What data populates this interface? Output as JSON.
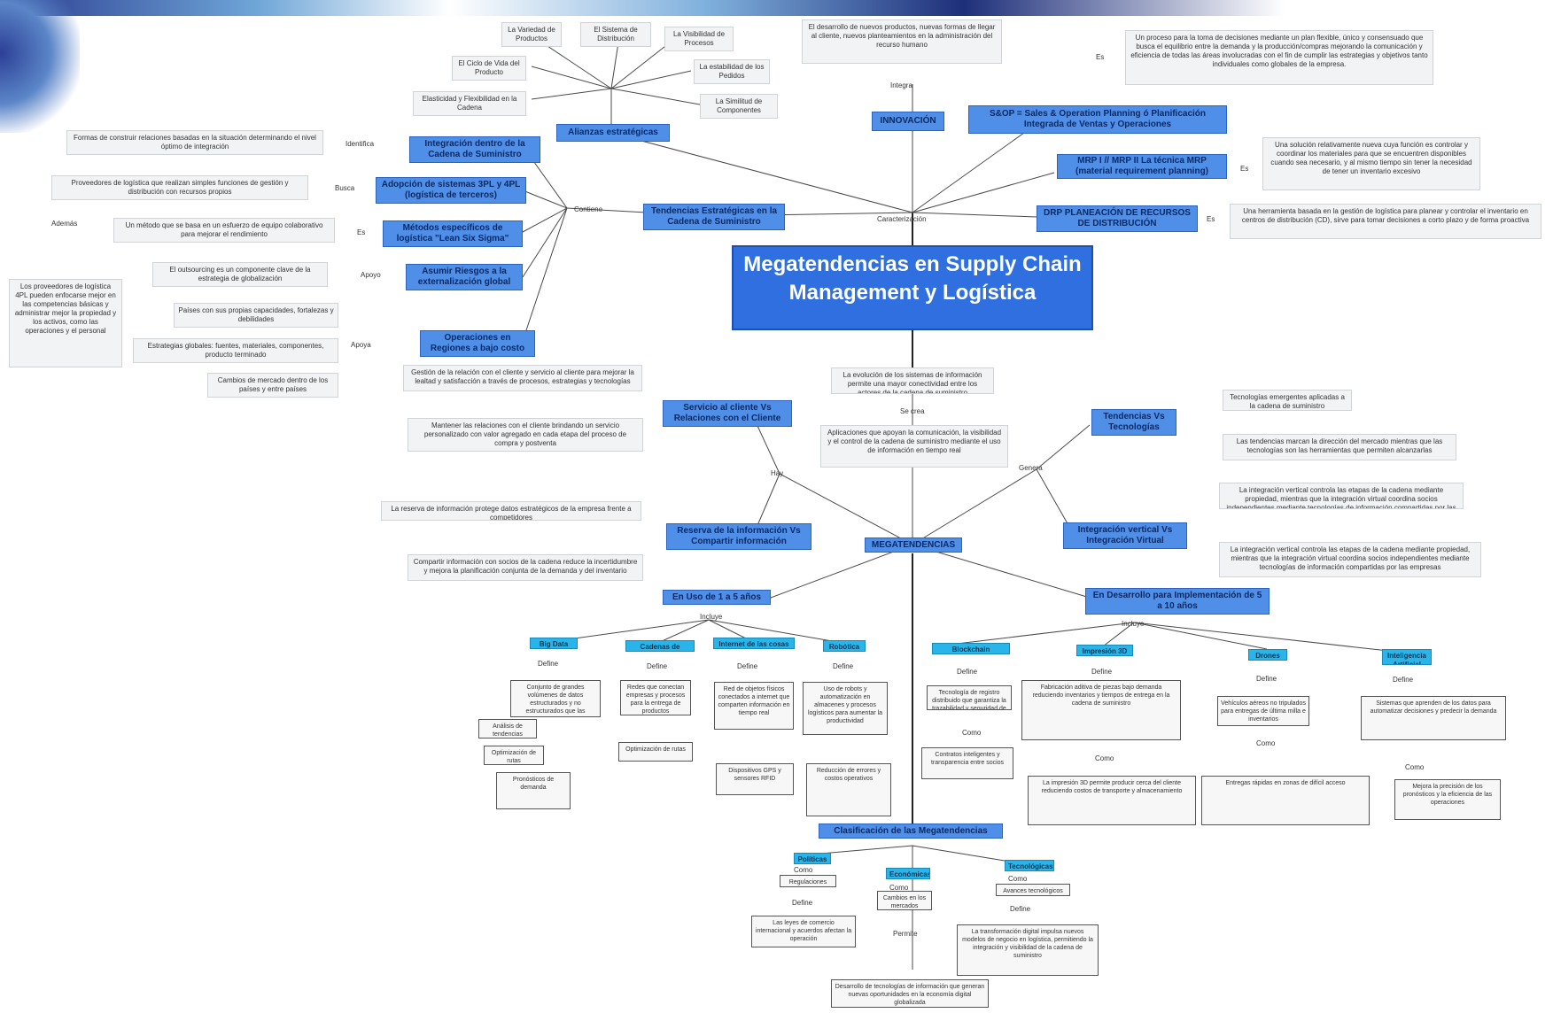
{
  "center": {
    "title": "Megatendencias en Supply Chain Management y Logística"
  },
  "top": {
    "innovacion": "INNOVACIÓN",
    "innovacion_text": "El desarrollo de nuevos productos, nuevas formas de llegar al cliente, nuevos planteamientos en la administración del recurso humano",
    "integra": "Integra",
    "caracterizacion": "Caracterización",
    "sop": "S&OP = Sales & Operation Planning ó Planificación Integrada de Ventas y Operaciones",
    "sop_text": "Un proceso para la toma de decisiones mediante un plan flexible, único y consensuado que busca el equilibrio entre la demanda y la producción/compras mejorando la comunicación y eficiencia de todas las áreas involucradas con el fin de cumplir las estrategias y objetivos tanto individuales como globales de la empresa.",
    "mrp": "MRP I // MRP II La técnica MRP (material requirement planning)",
    "mrp_text": "Una solución relativamente nueva cuya función es controlar y coordinar los materiales para que se encuentren disponibles cuando sea necesario, y al mismo tiempo sin tener la necesidad de tener un inventario excesivo",
    "drp": "DRP PLANEACIÓN DE RECURSOS DE DISTRIBUCIÓN",
    "drp_text": "Una herramienta basada en la gestión de logística para planear y controlar el inventario en centros de distribución (CD), sirve para tomar decisiones a corto plazo y de forma proactiva",
    "es": "Es"
  },
  "left": {
    "alianzas": "Alianzas estratégicas",
    "alianzas_items": [
      "La Variedad de Productos",
      "El Sistema de Distribución",
      "La Visibilidad de Procesos",
      "El Ciclo de Vida del Producto",
      "La estabilidad de los Pedidos",
      "Elasticidad y Flexibilidad en la Cadena",
      "La Similitud de Componentes"
    ],
    "tendencias": "Tendencias Estratégicas en la Cadena de Suministro",
    "contiene": "Contiene",
    "integracion": "Integración dentro de la Cadena de Suministro",
    "integracion_text": "Formas de construir relaciones basadas en la situación determinando el nivel óptimo de integración",
    "identifica": "Identifica",
    "adopcion": "Adopción de sistemas 3PL y 4PL (logística de terceros)",
    "adopcion_text": "Proveedores de logística que realizan simples funciones de gestión y distribución con recursos propios",
    "busca": "Busca",
    "ademas": "Además",
    "pl4_text": "Los proveedores de logística 4PL pueden enfocarse mejor en las competencias básicas y administrar mejor la propiedad y los activos, como las operaciones y el personal",
    "metodos": "Métodos específicos de logística \"Lean Six Sigma\"",
    "metodos_text": "Un método que se basa en un esfuerzo de equipo colaborativo para mejorar el rendimiento",
    "es": "Es",
    "asumir": "Asumir Riesgos a la externalización global",
    "asumir_text": "El outsourcing es un componente clave de la estrategia de globalización",
    "apoyo": "Apoyo",
    "operaciones": "Operaciones en Regiones a bajo costo",
    "op_items": [
      "Países con sus propias capacidades, fortalezas y debilidades",
      "Estrategias globales: fuentes, materiales, componentes, producto terminado",
      "Cambios de mercado dentro de los países y entre países"
    ],
    "apoya": "Apoya"
  },
  "middle": {
    "center_text_1": "La evolución de los sistemas de información permite una mayor conectividad entre los actores de la cadena de suministro",
    "se_crea": "Se crea",
    "center_text_2": "Aplicaciones que apoyan la comunicación, la visibilidad y el control de la cadena de suministro mediante el uso de información en tiempo real",
    "megatendencias": "MEGATENDENCIAS",
    "servicio": "Servicio al cliente Vs Relaciones con el Cliente",
    "servicio_text_1": "Gestión de la relación con el cliente y servicio al cliente para mejorar la lealtad y satisfacción a través de procesos, estrategias y tecnologías",
    "servicio_text_2": "Mantener las relaciones con el cliente brindando un servicio personalizado con valor agregado en cada etapa del proceso de compra y postventa",
    "reserva": "Reserva de la información Vs Compartir información",
    "reserva_text_1": "La reserva de información protege datos estratégicos de la empresa frente a competidores",
    "reserva_text_2": "Compartir información con socios de la cadena reduce la incertidumbre y mejora la planificación conjunta de la demanda y del inventario",
    "tendencias_tec": "Tendencias Vs Tecnologías",
    "tendencias_tec_text_1": "Tecnologías emergentes aplicadas a la cadena de suministro",
    "tendencias_tec_text_2": "Las tendencias marcan la dirección del mercado mientras que las tecnologías son las herramientas que permiten alcanzarlas",
    "integracion_vert": "Integración vertical Vs Integración Virtual",
    "integracion_vert_text": "La integración vertical controla las etapas de la cadena mediante propiedad, mientras que la integración virtual coordina socios independientes mediante tecnologías de información compartidas por las empresas",
    "genera": "Genera",
    "hay": "Hay"
  },
  "bottom": {
    "uso": "En Uso de 1 a 5 años",
    "desarrollo": "En Desarrollo para Implementación de 5 a 10 años",
    "clasificacion": "Clasificación de las Megatendencias",
    "uso_items": [
      "Big Data",
      "Cadenas de suministro",
      "Internet de las cosas",
      "Robótica"
    ],
    "uso_texts": [
      "Conjunto de grandes volúmenes de datos estructurados y no estructurados que las empresas analizan para la toma de decisiones",
      "Redes que conectan empresas y procesos para la entrega de productos",
      "Red de objetos físicos conectados a internet que comparten información en tiempo real",
      "Uso de robots y automatización en almacenes y procesos logísticos para aumentar la productividad"
    ],
    "uso_sub": [
      "Análisis de tendencias",
      "Optimización de rutas",
      "Pronósticos de demanda",
      "Dispositivos GPS y sensores RFID",
      "Reducción de errores y costos operativos"
    ],
    "dev_items": [
      "Blockchain",
      "Impresión 3D",
      "Drones",
      "Inteligencia Artificial"
    ],
    "dev_texts": [
      "Tecnología de registro distribuido que garantiza la trazabilidad y seguridad de las transacciones",
      "Fabricación aditiva de piezas bajo demanda reduciendo inventarios y tiempos de entrega en la cadena de suministro",
      "Vehículos aéreos no tripulados para entregas de última milla e inventarios",
      "Sistemas que aprenden de los datos para automatizar decisiones y predecir la demanda"
    ],
    "dev_sub": [
      "Contratos inteligentes y transparencia entre socios",
      "La impresión 3D permite producir cerca del cliente reduciendo costos de transporte y almacenamiento",
      "Entregas rápidas en zonas de difícil acceso",
      "Mejora la precisión de los pronósticos y la eficiencia de las operaciones"
    ],
    "clas_items": [
      "Políticas",
      "Económicas",
      "Tecnológicas"
    ],
    "clas_texts": [
      "Regulaciones gubernamentales",
      "Cambios en los mercados globales",
      "Avances tecnológicos"
    ],
    "clas_sub": [
      "Las leyes de comercio internacional y acuerdos afectan la operación",
      "La transformación digital impulsa nuevos modelos de negocio en logística, permitiendo la integración y visibilidad de la cadena de suministro",
      "Desarrollo de tecnologías de información que generan nuevas oportunidades en la economía digital globalizada"
    ],
    "como": "Como",
    "define": "Define",
    "incluye": "Incluye",
    "permite": "Permite"
  }
}
